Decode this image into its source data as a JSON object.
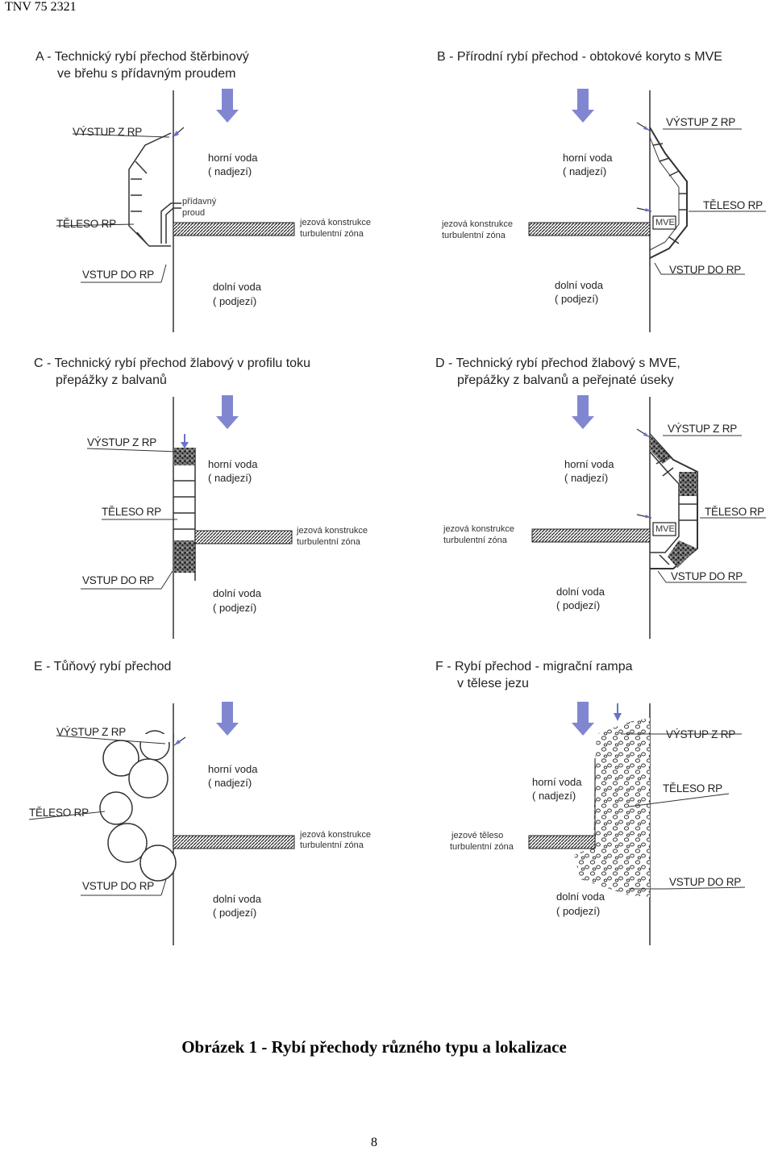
{
  "header": "TNV 75 2321",
  "caption": "Obrázek 1 - Rybí přechody různého typu a lokalizace",
  "page_number": "8",
  "colors": {
    "arrow": "#6a72c8",
    "line": "#333333"
  },
  "panels": {
    "A": {
      "title_line1": "A - Technický rybí přechod štěrbinový",
      "title_line2": "ve břehu s přídavným proudem",
      "exit": "VÝSTUP Z RP",
      "body": "TĚLESO RP",
      "entry": "VSTUP DO RP",
      "upper": "horní voda",
      "upper2": "( nadjezí)",
      "lower": "dolní voda",
      "lower2": "( podjezí)",
      "extra1": "přídavný",
      "extra2": "proud",
      "weir1": "jezová konstrukce",
      "weir2": "turbulentní zóna"
    },
    "B": {
      "title_line1": "B - Přírodní rybí přechod - obtokové koryto s MVE",
      "exit": "VÝSTUP Z RP",
      "body": "TĚLESO RP",
      "entry": "VSTUP DO RP",
      "upper": "horní voda",
      "upper2": "( nadjezí)",
      "lower": "dolní voda",
      "lower2": "( podjezí)",
      "mve": "MVE",
      "weir1": "jezová konstrukce",
      "weir2": "turbulentní zóna"
    },
    "C": {
      "title_line1": "C - Technický rybí přechod žlabový v profilu toku",
      "title_line2": "přepážky z balvanů",
      "exit": "VÝSTUP Z RP",
      "body": "TĚLESO RP",
      "entry": "VSTUP DO RP",
      "upper": "horní voda",
      "upper2": "( nadjezí)",
      "lower": "dolní voda",
      "lower2": "( podjezí)",
      "weir1": "jezová konstrukce",
      "weir2": "turbulentní zóna"
    },
    "D": {
      "title_line1": "D - Technický rybí přechod žlabový s MVE,",
      "title_line2": "přepážky z balvanů a peřejnaté úseky",
      "exit": "VÝSTUP Z RP",
      "body": "TĚLESO RP",
      "entry": "VSTUP DO RP",
      "upper": "horní voda",
      "upper2": "( nadjezí)",
      "lower": "dolní voda",
      "lower2": "( podjezí)",
      "mve": "MVE",
      "weir1": "jezová konstrukce",
      "weir2": "turbulentní zóna"
    },
    "E": {
      "title_line1": "E - Tůňový rybí přechod",
      "exit": "VÝSTUP Z RP",
      "body": "TĚLESO RP",
      "entry": "VSTUP DO RP",
      "upper": "horní voda",
      "upper2": "( nadjezí)",
      "lower": "dolní voda",
      "lower2": "( podjezí)",
      "weir1": "jezová konstrukce",
      "weir2": "turbulentní zóna"
    },
    "F": {
      "title_line1": "F - Rybí přechod - migrační rampa",
      "title_line2": "v tělese jezu",
      "exit": "VÝSTUP Z RP",
      "body": "TĚLESO RP",
      "entry": "VSTUP DO RP",
      "upper": "horní voda",
      "upper2": "( nadjezí)",
      "lower": "dolní voda",
      "lower2": "( podjezí)",
      "weir1": "jezové těleso",
      "weir2": "turbulentní zóna"
    }
  }
}
